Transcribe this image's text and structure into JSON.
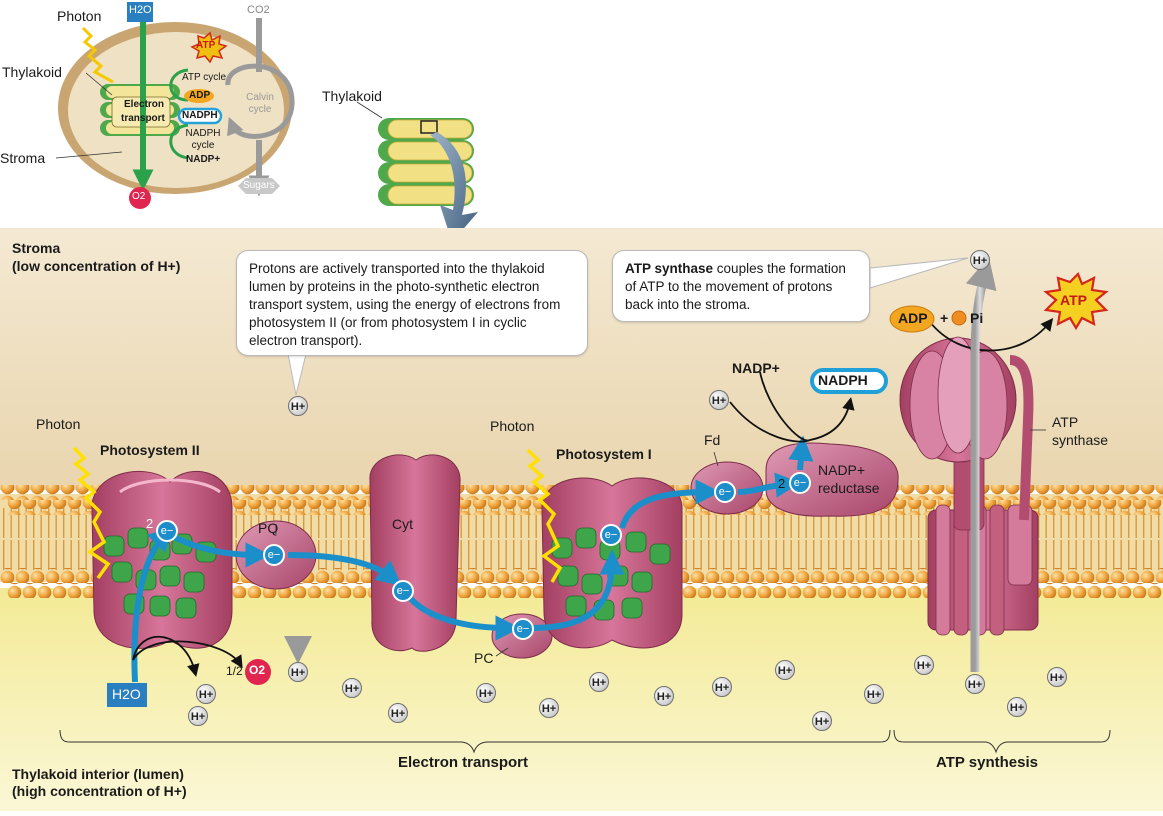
{
  "overview": {
    "photon": "Photon",
    "thylakoid": "Thylakoid",
    "stroma": "Stroma",
    "h2o": "H2O",
    "co2": "CO2",
    "atp": "ATP",
    "atp_cycle": "ATP cycle",
    "adp": "ADP",
    "calvin": "Calvin cycle",
    "nadph": "NADPH",
    "nadph_cycle": "NADPH cycle",
    "nadp": "NADP+",
    "electron": "Electron",
    "transport": "transport",
    "o2": "O2",
    "sugars": "Sugars"
  },
  "stack_label": "Thylakoid",
  "stroma_header": {
    "line1": "Stroma",
    "line2": "(low concentration of H+)"
  },
  "lumen_header": {
    "line1": "Thylakoid interior (lumen)",
    "line2": "(high concentration of H+)"
  },
  "callout_left": "Protons are actively transported into the thylakoid lumen by proteins in the photo-synthetic electron transport system, using the energy of electrons from photosystem II (or from photosystem I in cyclic electron transport).",
  "callout_right": {
    "bold": "ATP synthase",
    "rest": " couples the formation of ATP to the movement of protons back into the stroma."
  },
  "labels": {
    "photon_1": "Photon",
    "photon_2": "Photon",
    "ps2": "Photosystem II",
    "ps1": "Photosystem I",
    "pq": "PQ",
    "cyt": "Cyt",
    "pc": "PC",
    "fd": "Fd",
    "nadp_reductase_1": "NADP+",
    "nadp_reductase_2": "reductase",
    "nadp_plus": "NADP+",
    "nadph": "NADPH",
    "atp_synthase_1": "ATP",
    "atp_synthase_2": "synthase",
    "adp": "ADP",
    "plus": "+",
    "pi": "Pi",
    "atp": "ATP",
    "h2o": "H2O",
    "half": "1/2",
    "o2": "O2",
    "h_ion": "H+",
    "e_ion": "e−",
    "two": "2"
  },
  "sections": {
    "electron_transport": "Electron transport",
    "atp_synthesis": "ATP synthesis"
  },
  "colors": {
    "membrane_bead": "#e59a2b",
    "protein": "#c25a7c",
    "electron_path": "#1b8fc9",
    "thylakoid_green": "#4fa84a",
    "stroma_bg": "#efe0c2",
    "lumen_bg": "#f5efad"
  }
}
